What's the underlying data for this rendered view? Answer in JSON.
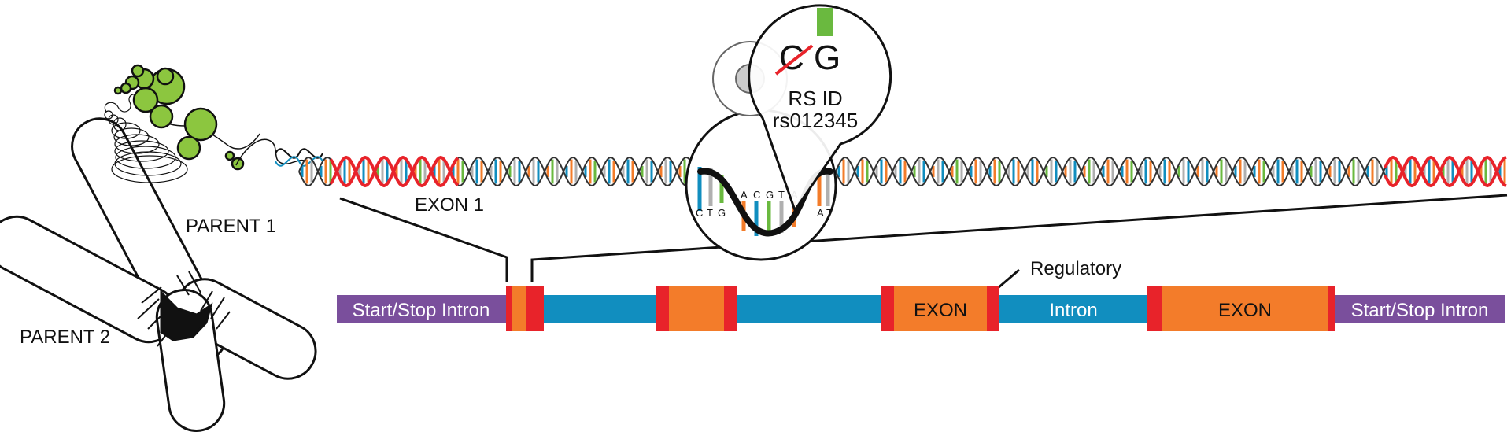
{
  "labels": {
    "parent_1": "PARENT 1",
    "parent_2": "PARENT 2",
    "exon_1": "EXON 1",
    "regulatory": "Regulatory",
    "rs_id_title": "RS ID",
    "rs_id_value": "rs012345",
    "allele_ref": "C",
    "allele_alt": "G"
  },
  "bases": {
    "left": [
      "C",
      "T",
      "G"
    ],
    "middle": [
      "A",
      "C",
      "G",
      "T",
      "A"
    ],
    "right": [
      "A",
      "T"
    ]
  },
  "gene_bar": {
    "start_label": "Start/Stop Intron",
    "exon_label": "EXON",
    "intron_label": "Intron",
    "exon2_label": "EXON",
    "end_label": "Start/Stop Intron"
  },
  "colors": {
    "purple": "#7a4f9c",
    "blue": "#118ebf",
    "orange": "#f37c2a",
    "red": "#e8232a",
    "green": "#8cc63f",
    "base_green": "#6ab93f",
    "grey": "#b0b0b0"
  }
}
